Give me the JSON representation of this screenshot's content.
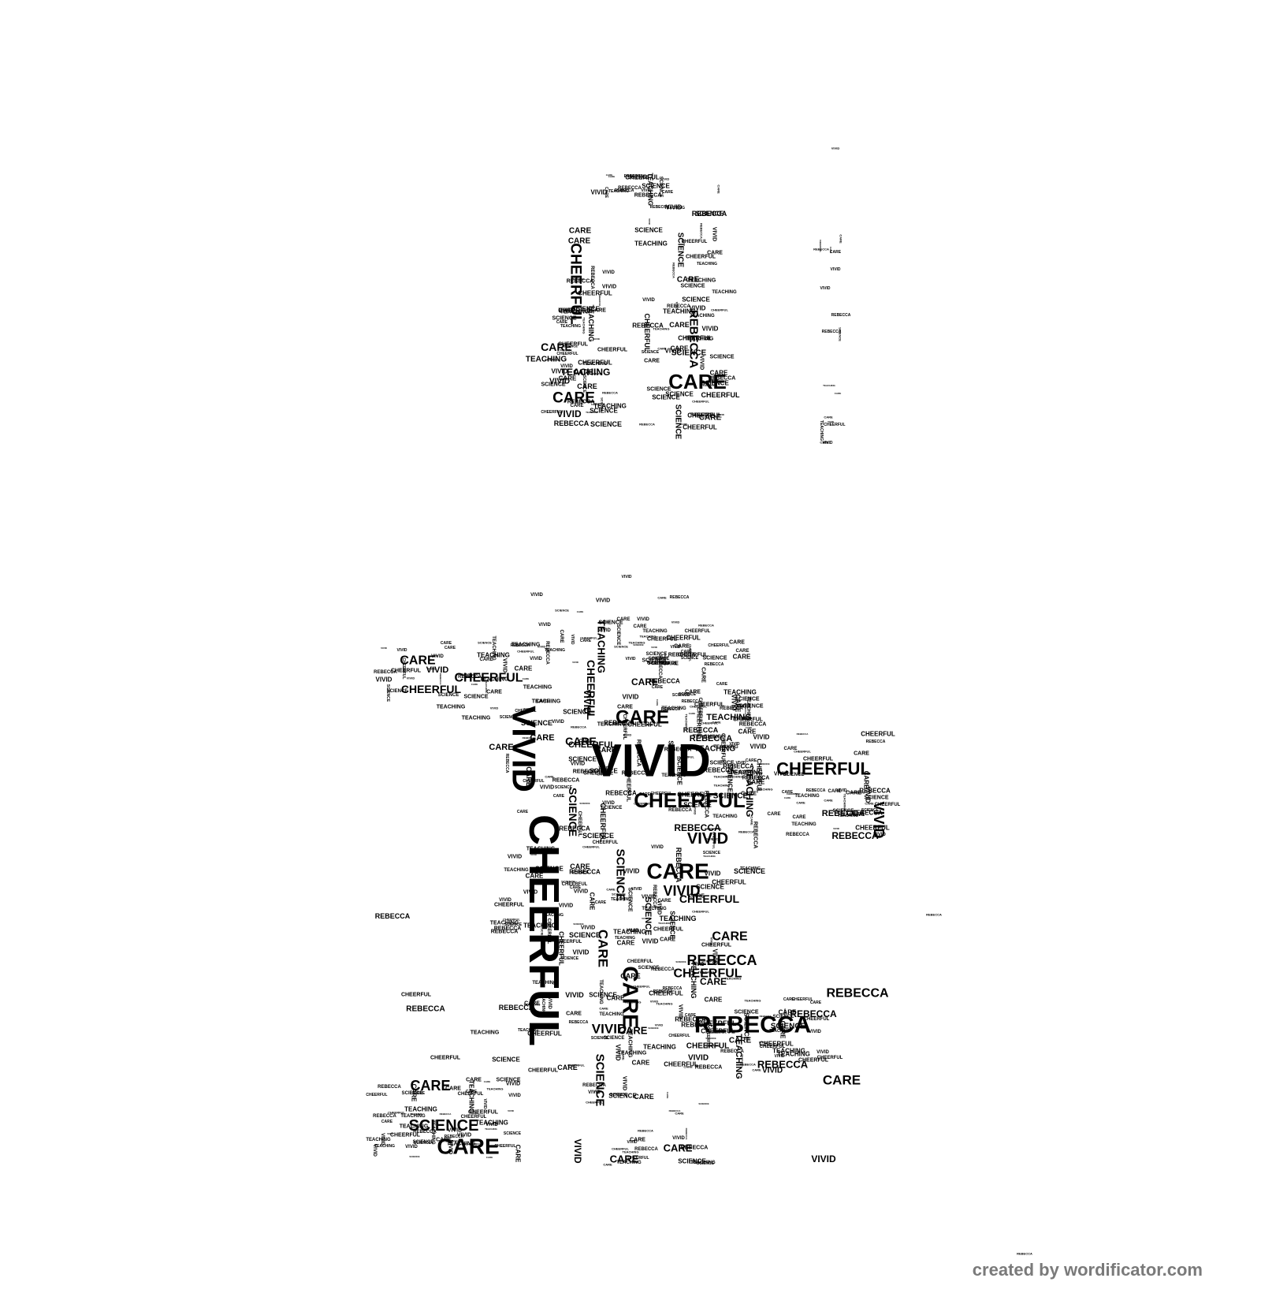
{
  "words": [
    "VIVID",
    "CHEERFUL",
    "CARE",
    "REBECCA",
    "SCIENCE",
    "TEACHING"
  ],
  "credit": "created by wordificator.com",
  "colors": {
    "background": "#ffffff",
    "text": "#000000",
    "credit": "#7a7a7a"
  }
}
